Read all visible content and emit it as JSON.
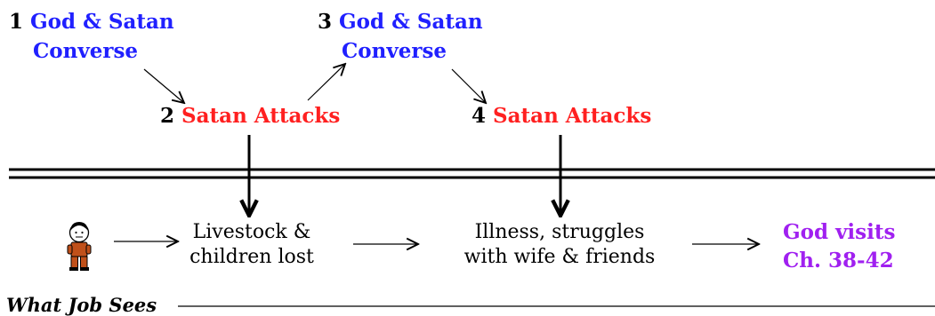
{
  "steps": [
    {
      "number": "1",
      "line1": "God & Satan",
      "line2": "Converse"
    },
    {
      "number": "2",
      "text": "Satan Attacks"
    },
    {
      "number": "3",
      "line1": "God & Satan",
      "line2": "Converse"
    },
    {
      "number": "4",
      "text": "Satan Attacks"
    }
  ],
  "events": [
    {
      "line1": "Livestock &",
      "line2": "children lost"
    },
    {
      "line1": "Illness, struggles",
      "line2": "with wife & friends"
    }
  ],
  "outcome": {
    "line1": "God visits",
    "line2": "Ch. 38-42"
  },
  "caption": "What Job Sees",
  "colors": {
    "converse": "#2020ff",
    "attack": "#ff2020",
    "outcome": "#a020f0",
    "job_body": "#c0501a"
  }
}
